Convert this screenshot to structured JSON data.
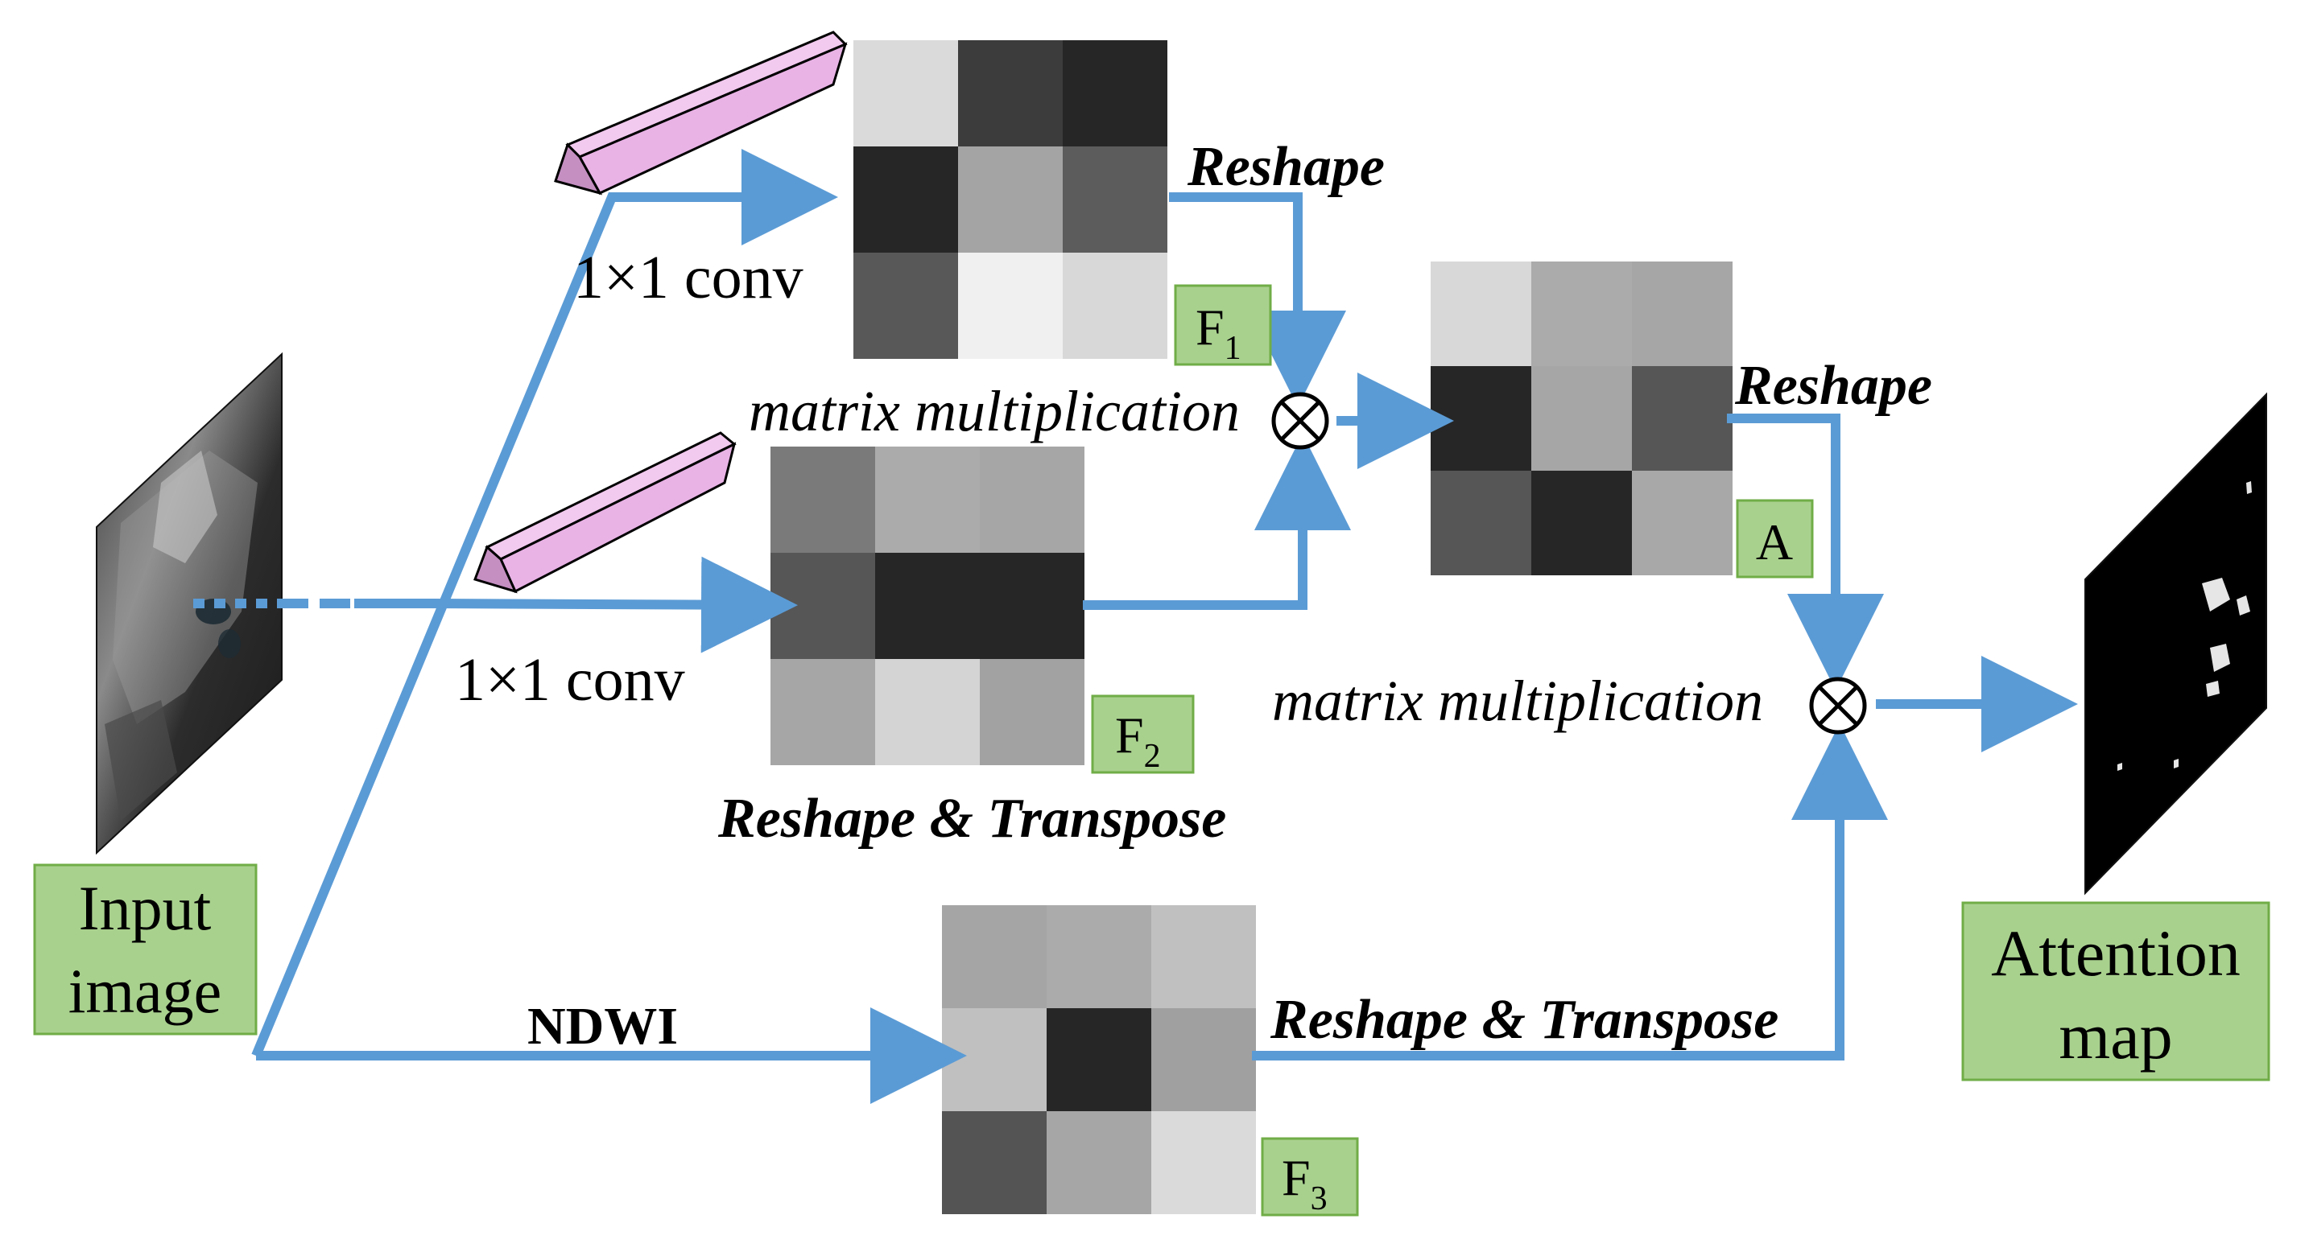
{
  "labels": {
    "input_image_line1": "Input",
    "input_image_line2": "image",
    "attention_map_line1": "Attention",
    "attention_map_line2": "map",
    "conv_top": "1×1 conv",
    "conv_mid": "1×1 conv",
    "ndwi": "NDWI",
    "reshape_f1": "Reshape",
    "reshape_a": "Reshape",
    "reshape_transpose_f2": "Reshape & Transpose",
    "reshape_transpose_f3": "Reshape & Transpose",
    "matmul_1": "matrix multiplication",
    "matmul_2": "matrix multiplication",
    "f1_base": "F",
    "f1_sub": "1",
    "f2_base": "F",
    "f2_sub": "2",
    "f3_base": "F",
    "f3_sub": "3",
    "a_label": "A",
    "op_symbol": "⊗"
  },
  "matrices": {
    "F1": [
      "#dadada",
      "#3c3c3c",
      "#262626",
      "#262626",
      "#a4a4a4",
      "#5c5c5c",
      "#585858",
      "#f0f0f0",
      "#d8d8d8"
    ],
    "F2": [
      "#7a7a7a",
      "#ababab",
      "#a6a6a6",
      "#565656",
      "#262626",
      "#262626",
      "#a6a6a6",
      "#d4d4d4",
      "#a2a2a2"
    ],
    "F3": [
      "#a5a5a5",
      "#ababab",
      "#c0c0c0",
      "#c0c0c0",
      "#262626",
      "#a0a0a0",
      "#545454",
      "#a6a6a6",
      "#dadada"
    ],
    "A": [
      "#d8d8d8",
      "#ababab",
      "#a6a6a6",
      "#262626",
      "#a6a6a6",
      "#565656",
      "#565656",
      "#262626",
      "#a8a8a8"
    ]
  },
  "colors": {
    "arrow": "#5b9bd5",
    "label_box_fill": "#a9d18e",
    "label_box_stroke": "#70ad47",
    "conv_block_fill": "#e9b3e6",
    "conv_block_side": "#c58fc2"
  }
}
